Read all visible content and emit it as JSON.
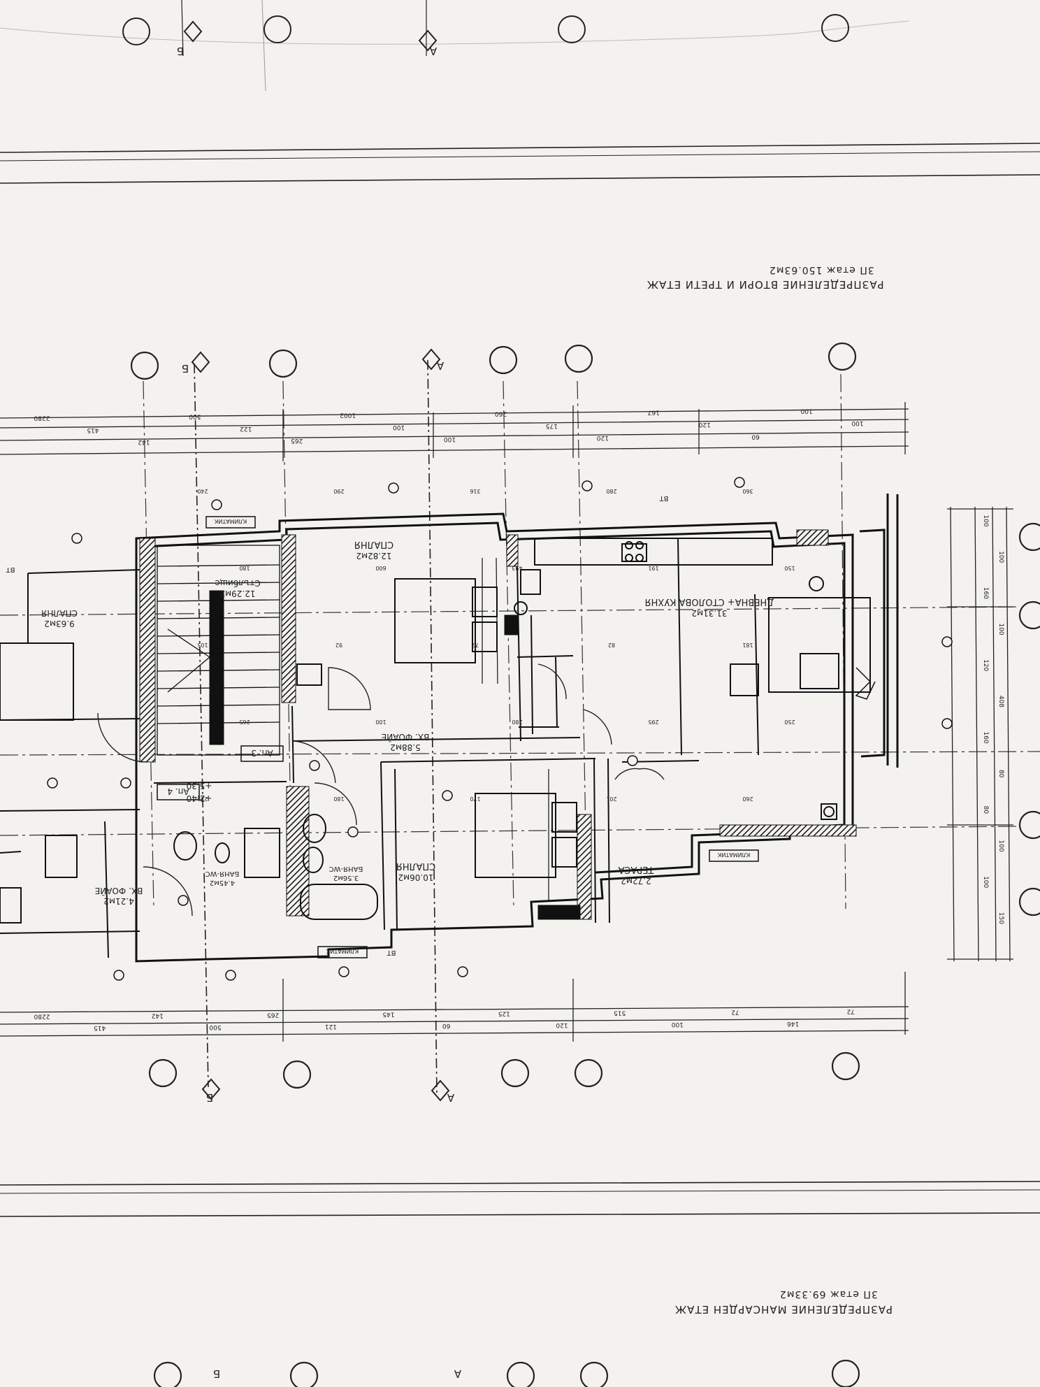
{
  "headings": {
    "upper_title": "РАЗПРЕДЕЛЕНИЕ ВТОРИ И ТРЕТИ ЕТАЖ",
    "upper_area": "3П етаж 150.63м2",
    "lower_title": "РАЗПРЕДЕЛЕНИЕ МАНСАРДЕН ЕТАЖ",
    "lower_area": "3П етаж 69.33м2"
  },
  "rooms": [
    {
      "id": "bedroom-1",
      "name": "СПАЛНЯ",
      "area": "12.82м2"
    },
    {
      "id": "living-kitchen",
      "name": "ДНЕВНА+ СТОЛОВА КУХНЯ",
      "area": "31.31м2"
    },
    {
      "id": "stairs",
      "name": "Стълбище",
      "area": "12.29м2"
    },
    {
      "id": "bedroom-left",
      "name": "СПАЛНЯ",
      "area": "9.63м2"
    },
    {
      "id": "entrance-foyer",
      "name": "ВХ. ФОАЙЕ",
      "area": "5.88м2"
    },
    {
      "id": "bedroom-2",
      "name": "СПАЛНЯ",
      "area": "10.06м2"
    },
    {
      "id": "terrace",
      "name": "ТЕРАСА",
      "area": "2.72м2"
    },
    {
      "id": "bath-1",
      "name": "БАНЯ-WC",
      "area": "3.56м2"
    },
    {
      "id": "bath-2",
      "name": "БАНЯ-WC",
      "area": "4.45м2"
    },
    {
      "id": "foyer-left",
      "name": "ВХ. ФОАЙЕ",
      "area": "4.21м2"
    }
  ],
  "tags": {
    "apt3": "Ап. 3",
    "apt4": "Ап. 4",
    "level1": "+5.30",
    "level2": "+2.40",
    "ac": "КЛИМАТИК",
    "bt": "ВТ"
  },
  "section_marks": {
    "a": "А",
    "b": "Б"
  },
  "dims_top": [
    "2280",
    "415",
    "142",
    "500",
    "122",
    "265",
    "1002",
    "100",
    "100",
    "260",
    "175",
    "120",
    "167",
    "120",
    "60",
    "100",
    "100"
  ],
  "dims_bottom": [
    "2280",
    "415",
    "142",
    "500",
    "265",
    "121",
    "145",
    "60",
    "125",
    "120",
    "515",
    "100",
    "72",
    "146",
    "72"
  ],
  "dims_right": [
    "100",
    "100",
    "160",
    "100",
    "120",
    "408",
    "160",
    "80",
    "80",
    "100",
    "100",
    "150"
  ],
  "dims_inner": [
    "240",
    "290",
    "316",
    "280",
    "360",
    "180",
    "600",
    "493",
    "191",
    "150",
    "105",
    "92",
    "77",
    "82",
    "181",
    "265",
    "100",
    "280",
    "295",
    "250",
    "225",
    "180",
    "170",
    "201",
    "260"
  ]
}
